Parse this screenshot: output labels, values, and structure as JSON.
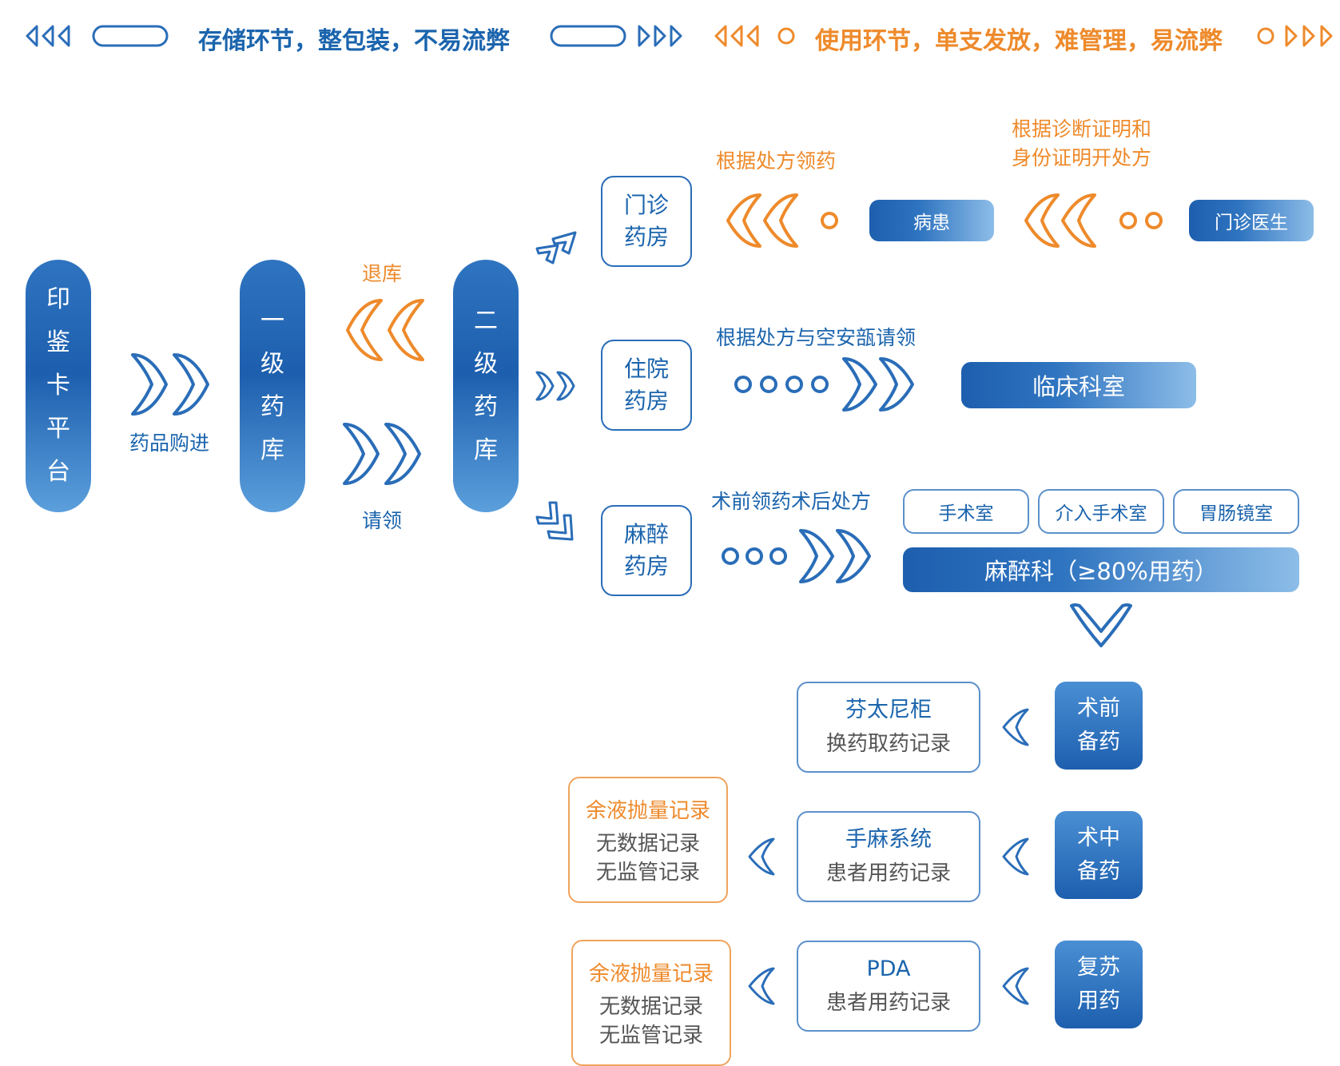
{
  "legend": {
    "storage": "存储环节，整包装，不易流弊",
    "usage": "使用环节，单支发放，难管理，易流弊"
  },
  "chain": {
    "platform": [
      "印",
      "鉴",
      "卡",
      "平",
      "台"
    ],
    "purchase_label": "药品购进",
    "level1": [
      "一",
      "级",
      "药",
      "库"
    ],
    "return_label": "退库",
    "request_label": "请领",
    "level2": [
      "二",
      "级",
      "药",
      "库"
    ]
  },
  "pharmacies": {
    "outpatient": [
      "门诊",
      "药房"
    ],
    "inpatient": [
      "住院",
      "药房"
    ],
    "anesthesia": [
      "麻醉",
      "药房"
    ]
  },
  "outpatient_flow": {
    "label1": "根据处方领药",
    "patient": "病患",
    "label2_line1": "根据诊断证明和",
    "label2_line2": "身份证明开处方",
    "doctor": "门诊医生"
  },
  "inpatient_flow": {
    "label": "根据处方与空安瓿请领",
    "dept": "临床科室"
  },
  "anesthesia_flow": {
    "label": "术前领药术后处方",
    "rooms": [
      "手术室",
      "介入手术室",
      "胃肠镜室"
    ],
    "dept": "麻醉科（≥80%用药）"
  },
  "stages": [
    {
      "stage": [
        "术前",
        "备药"
      ],
      "record_title": "芬太尼柜",
      "record_desc": "换药取药记录"
    },
    {
      "stage": [
        "术中",
        "备药"
      ],
      "record_title": "手麻系统",
      "record_desc": "患者用药记录",
      "residual_title": "余液抛量记录",
      "residual_lines": [
        "无数据记录",
        "无监管记录"
      ]
    },
    {
      "stage": [
        "复苏",
        "用药"
      ],
      "record_title": "PDA",
      "record_desc": "患者用药记录",
      "residual_title": "余液抛量记录",
      "residual_lines": [
        "无数据记录",
        "无监管记录"
      ]
    }
  ],
  "colors": {
    "blue": "#1b64ad",
    "orange": "#ee8a2b"
  }
}
